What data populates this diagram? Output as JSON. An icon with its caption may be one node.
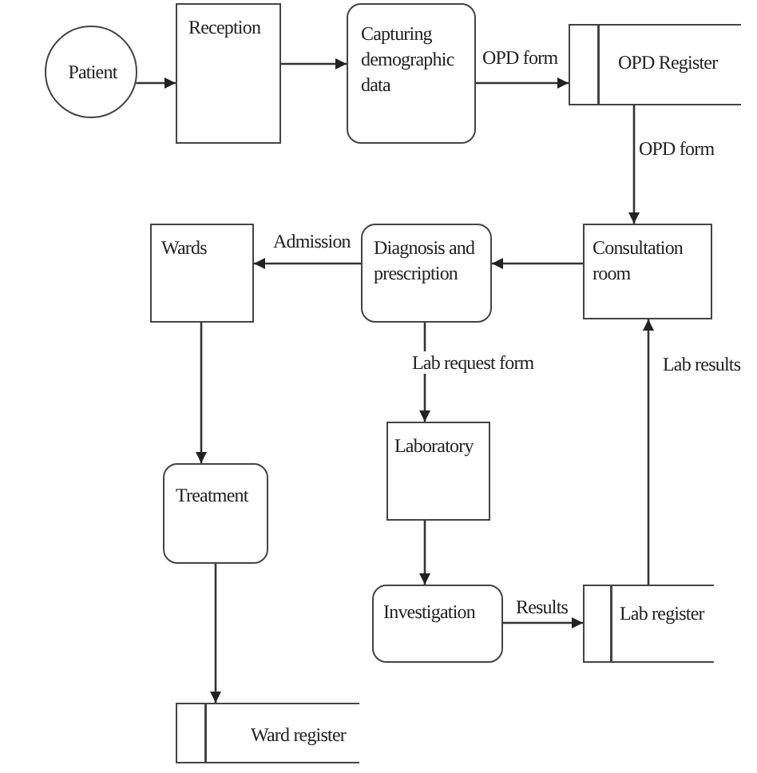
{
  "diagram": {
    "nodes": [
      {
        "text": [
          "Patient"
        ]
      },
      {
        "text": [
          "Reception"
        ]
      },
      {
        "text": [
          "Capturing demographic data"
        ]
      },
      {
        "text": [
          "OPD Register"
        ]
      },
      {
        "text": [
          "Wards"
        ]
      },
      {
        "text": [
          "Diagnosis and prescription"
        ]
      },
      {
        "text": [
          "Consultation room"
        ]
      },
      {
        "text": [
          "Laboratory"
        ]
      },
      {
        "text": [
          "Treatment"
        ]
      },
      {
        "text": [
          "Investigation"
        ]
      },
      {
        "text": [
          "Lab register"
        ]
      },
      {
        "text": [
          "Ward register"
        ]
      }
    ],
    "edges": [
      {
        "from": 0,
        "to": 1,
        "arrow": "to"
      },
      {
        "from": 1,
        "to": 2,
        "arrow": "to"
      },
      {
        "from": 2,
        "to": 3,
        "arrow": "to",
        "label": "OPD form"
      },
      {
        "from": 3,
        "to": 6,
        "arrow": "to",
        "label": "OPD form"
      },
      {
        "from": 6,
        "to": 5,
        "arrow": "to"
      },
      {
        "from": 5,
        "to": 4,
        "arrow": "to",
        "label": "Admission"
      },
      {
        "from": 5,
        "to": 7,
        "arrow": "to",
        "label": "Lab request form"
      },
      {
        "from": 7,
        "to": 9,
        "arrow": "to"
      },
      {
        "from": 9,
        "to": 10,
        "arrow": "to",
        "label": "Results"
      },
      {
        "from": 10,
        "to": 6,
        "arrow": "to",
        "label": "Lab results"
      },
      {
        "from": 4,
        "to": 8,
        "arrow": "to"
      },
      {
        "from": 8,
        "to": 11,
        "arrow": "to"
      }
    ]
  }
}
